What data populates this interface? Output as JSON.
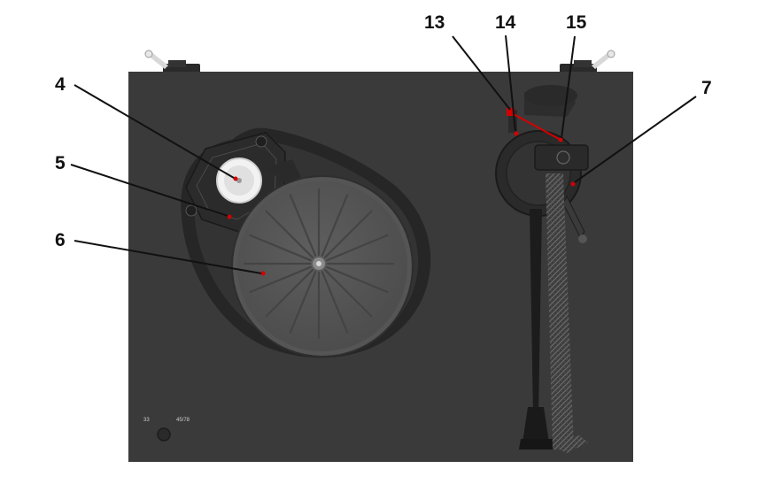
{
  "colors": {
    "background": "#ffffff",
    "plinth": "#3a3a3a",
    "belt": "#262626",
    "platter_rim": "#5a5a5a",
    "platter_face": "#505050",
    "pulley": "#f2f2f2",
    "arm": "#1c1c1c",
    "carbon": "#4a4a4a",
    "marker": "#d40000",
    "leader": "#111111"
  },
  "callouts": [
    {
      "id": "c4",
      "number": "4"
    },
    {
      "id": "c5",
      "number": "5"
    },
    {
      "id": "c6",
      "number": "6"
    },
    {
      "id": "c13",
      "number": "13"
    },
    {
      "id": "c14",
      "number": "14"
    },
    {
      "id": "c15",
      "number": "15"
    },
    {
      "id": "c7",
      "number": "7"
    }
  ],
  "speed_knob": {
    "label_low": "33",
    "label_high": "45/78"
  }
}
